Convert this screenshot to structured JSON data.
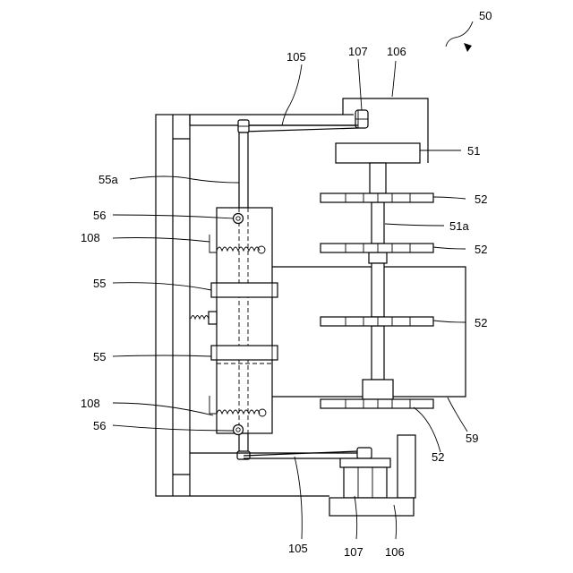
{
  "labels": {
    "n50": "50",
    "n105_top": "105",
    "n107_top": "107",
    "n106_top": "106",
    "n51": "51",
    "n55a": "55a",
    "n52_1": "52",
    "n56_top": "56",
    "n51a": "51a",
    "n108_top": "108",
    "n52_2": "52",
    "n55_top": "55",
    "n52_3": "52",
    "n55_bottom": "55",
    "n108_bottom": "108",
    "n56_bottom": "56",
    "n59": "59",
    "n52_4": "52",
    "n105_bottom": "105",
    "n107_bottom": "107",
    "n106_bottom": "106"
  }
}
